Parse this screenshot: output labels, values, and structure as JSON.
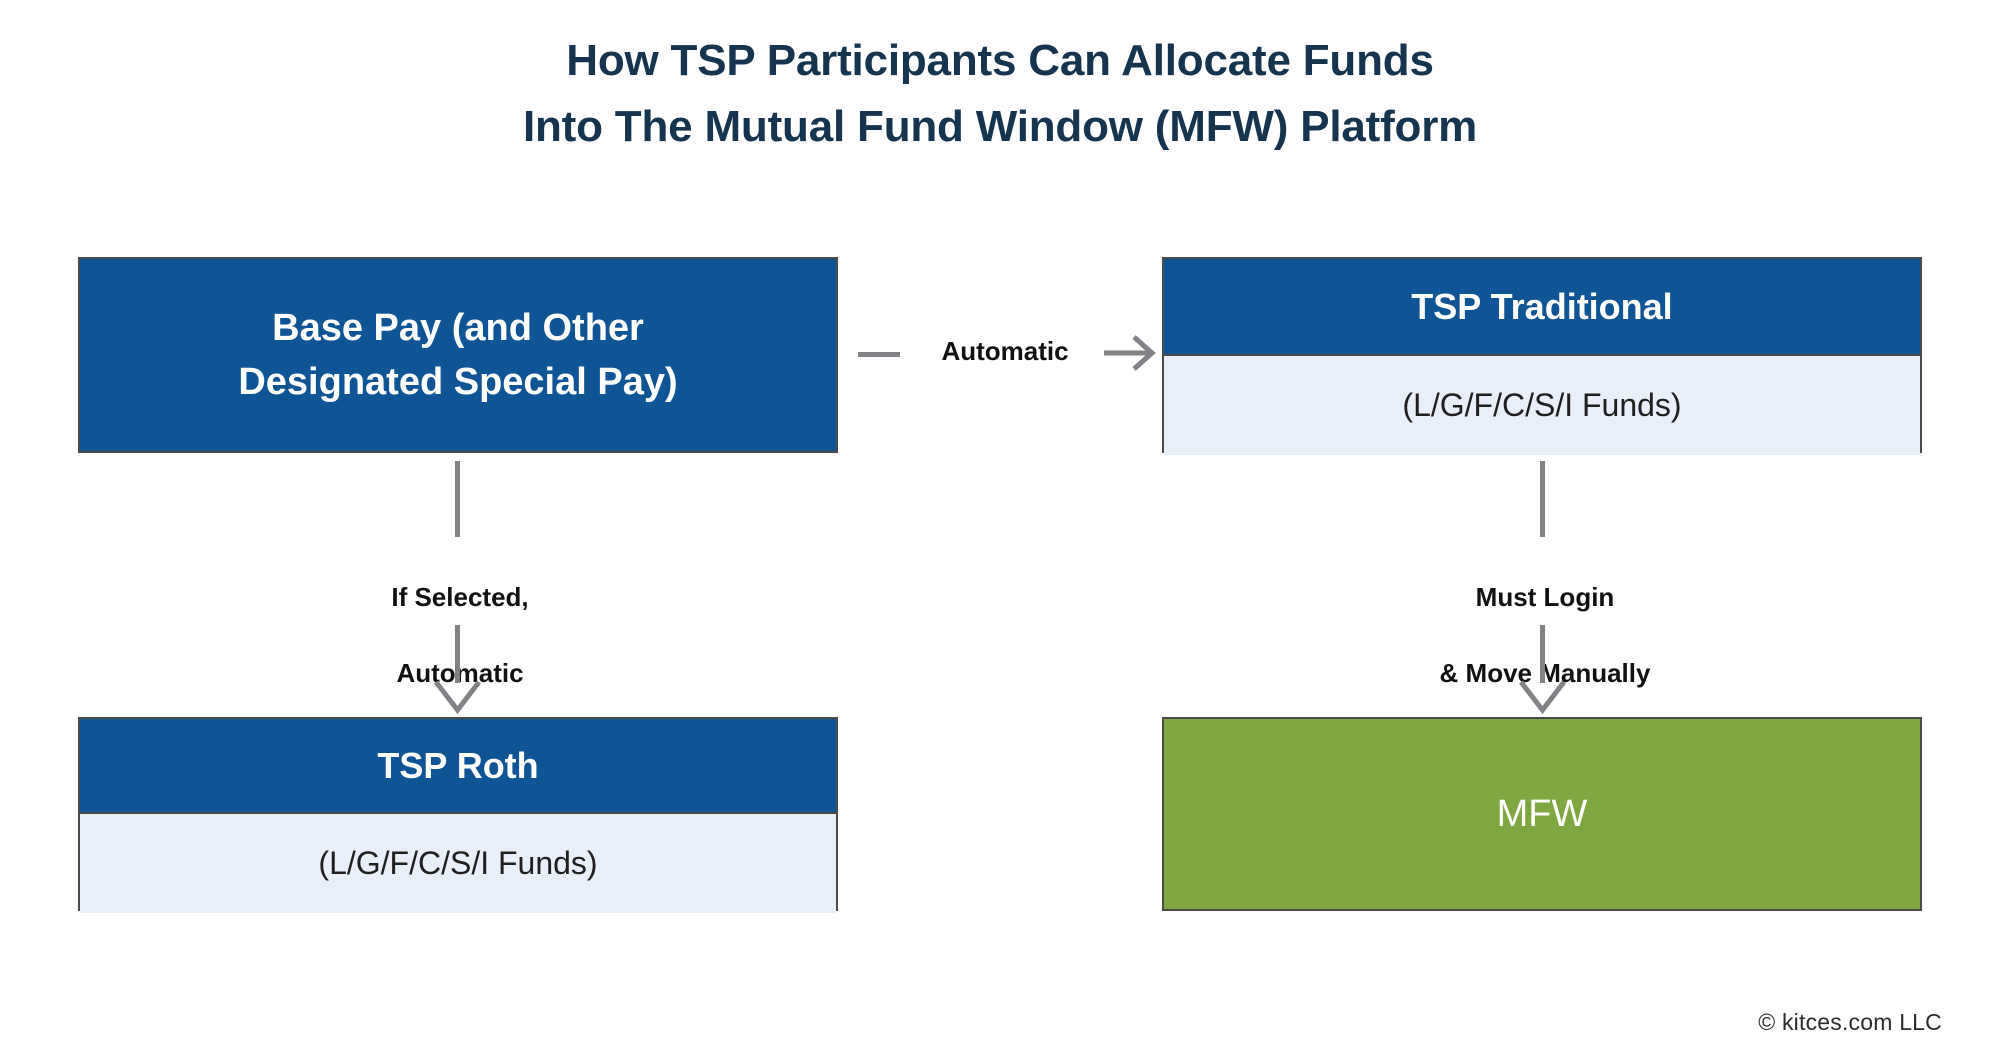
{
  "title": {
    "line1": "How TSP Participants Can Allocate Funds",
    "line2": "Into The Mutual Fund Window (MFW) Platform"
  },
  "colors": {
    "title_navy": "#143450",
    "box_blue": "#0f5595",
    "box_body_light_blue": "#e8eff9",
    "box_green": "#7fa741",
    "connector_gray": "#808285",
    "border_gray": "#4a4a4a",
    "background": "#ffffff"
  },
  "nodes": {
    "base_pay": {
      "label": "Base Pay (and Other Designated Special Pay)",
      "line1": "Base Pay (and Other",
      "line2": "Designated Special Pay)",
      "style": "solid-blue"
    },
    "tsp_traditional": {
      "header": "TSP Traditional",
      "body": "(L/G/F/C/S/I Funds)",
      "style": "blue-header-light-body"
    },
    "tsp_roth": {
      "header": "TSP Roth",
      "body": "(L/G/F/C/S/I Funds)",
      "style": "blue-header-light-body"
    },
    "mfw": {
      "label": "MFW",
      "style": "solid-green"
    }
  },
  "connectors": {
    "base_pay_to_traditional": {
      "label": "Automatic",
      "direction": "right",
      "from": "base_pay",
      "to": "tsp_traditional"
    },
    "base_pay_to_roth": {
      "label": "If Selected,\nAutomatic",
      "line1": "If Selected,",
      "line2": "Automatic",
      "direction": "down",
      "from": "base_pay",
      "to": "tsp_roth"
    },
    "traditional_to_mfw": {
      "label": "Must Login\n& Move Manually",
      "line1": "Must Login",
      "line2": "& Move Manually",
      "direction": "down",
      "from": "tsp_traditional",
      "to": "mfw"
    }
  },
  "footer": {
    "credit": "© kitces.com LLC"
  }
}
